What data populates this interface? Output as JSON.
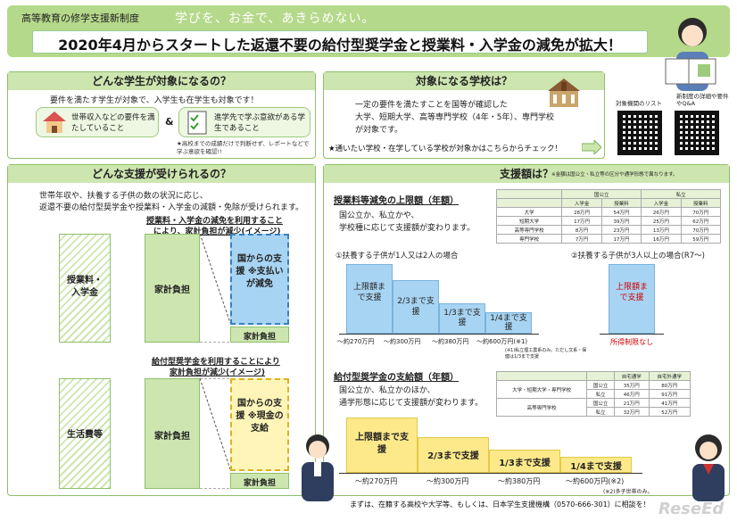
{
  "header": {
    "subtitle": "高等教育の修学支援新制度",
    "slogan": "学びを、お金で、あきらめない。",
    "title": "2020年4月からスタートした返還不要の給付型奨学金と授業料・入学金の減免が拡大！"
  },
  "students": {
    "title": "どんな学生が対象になるの？",
    "intro": "要件を満たす学生が対象で、入学生も在学生も対象です！",
    "req1": "世帯収入などの要件を満たしていること",
    "amp": "&",
    "req2": "進学先で学ぶ意欲がある学生であること",
    "note": "★高校までの成績だけで判断せず、レポートなどで学ぶ意欲を確認!!"
  },
  "schools": {
    "title": "対象になる学校は？",
    "line1": "一定の要件を満たすことを国等が確認した",
    "line2": "大学、短期大学、高等専門学校（4年・5年）、専門学校",
    "line3": "が対象です。",
    "check": "★通いたい学校・在学している学校が対象かはこちらからチェック！"
  },
  "qr": {
    "label1": "対象機関のリスト",
    "label2": "新制度の詳細や要件やQ&A"
  },
  "support": {
    "title": "どんな支援が受けられるの？",
    "desc1": "世帯年収や、扶養する子供の数の状況に応じ、",
    "desc2": "返還不要の給付型奨学金や授業料・入学金の減額・免除が受けられます。",
    "reduce_title1": "授業料・入学金の減免を利用すること",
    "reduce_title2": "により、家計負担が減少(イメージ)",
    "tuition": "授業料・入学金",
    "household": "家計負担",
    "state_support_1": "国からの支援 ※支払いが減免",
    "household_small": "家計負担",
    "scholar_title1": "給付型奨学金を利用することにより",
    "scholar_title2": "家計負担が減少(イメージ)",
    "living": "生活費等",
    "household2": "家計負担",
    "state_support_2": "国からの支援 ※現金の支給",
    "household_small2": "家計負担"
  },
  "amount": {
    "title": "支援額は？",
    "title_note": "※金額は国公立・私立等の区分や通学形態で異なります。",
    "tuition_heading": "授業料等減免の上限額（年額）",
    "tuition_desc1": "国公立か、私立かや、",
    "tuition_desc2": "学校種に応じて支援額が変わります。",
    "case1": "①扶養する子供が1人又は2人の場合",
    "case2": "②扶養する子供が3人以上の場合(R7〜)",
    "bar_full": "上限額まで支援",
    "bar_23": "2/3まで支援",
    "bar_13": "1/3まで支援",
    "bar_14": "1/4まで支援",
    "bar_case2": "上限額まで支援",
    "income1": "〜約270万円",
    "income2": "〜約300万円",
    "income3": "〜約380万円",
    "income4": "〜約600万円(※1)",
    "no_limit": "所得制限なし",
    "foot1": "(※1)私立理工農系のみ。ただし文系・保健は1/3まで支援",
    "scholar_heading": "給付型奨学金の支給額（年額）",
    "scholar_desc1": "国公立か、私立かのほか、",
    "scholar_desc2": "通学形態に応じて支援額が変わります。",
    "sbar_full": "上限額まで支援",
    "sbar_23": "2/3まで支援",
    "sbar_13": "1/3まで支援",
    "sbar_14": "1/4まで支援",
    "sincome1": "〜約270万円",
    "sincome2": "〜約300万円",
    "sincome3": "〜約380万円",
    "sincome4": "〜約600万円(※2)",
    "foot2": "(※2)多子世帯のみ。"
  },
  "tuition_table": {
    "head": [
      "",
      "国公立",
      "",
      "私立",
      ""
    ],
    "sub": [
      "",
      "入学金",
      "授業料",
      "入学金",
      "授業料"
    ],
    "rows": [
      [
        "大学",
        "28万円",
        "54万円",
        "26万円",
        "70万円"
      ],
      [
        "短期大学",
        "17万円",
        "39万円",
        "25万円",
        "62万円"
      ],
      [
        "高等専門学校",
        "8万円",
        "23万円",
        "13万円",
        "70万円"
      ],
      [
        "専門学校",
        "7万円",
        "17万円",
        "16万円",
        "59万円"
      ]
    ]
  },
  "scholar_table": {
    "head": [
      "",
      "",
      "自宅通学",
      "自宅外通学"
    ],
    "rows": [
      [
        "大学・短期大学・専門学校",
        "国公立",
        "35万円",
        "80万円"
      ],
      [
        "",
        "私立",
        "46万円",
        "91万円"
      ],
      [
        "高等専門学校",
        "国公立",
        "21万円",
        "41万円"
      ],
      [
        "",
        "私立",
        "32万円",
        "52万円"
      ]
    ]
  },
  "footer": {
    "text": "まずは、在籍する高校や大学等、もしくは、日本学生支援機構（0570-666-301）に相談を！"
  },
  "watermark": "ReseEd"
}
